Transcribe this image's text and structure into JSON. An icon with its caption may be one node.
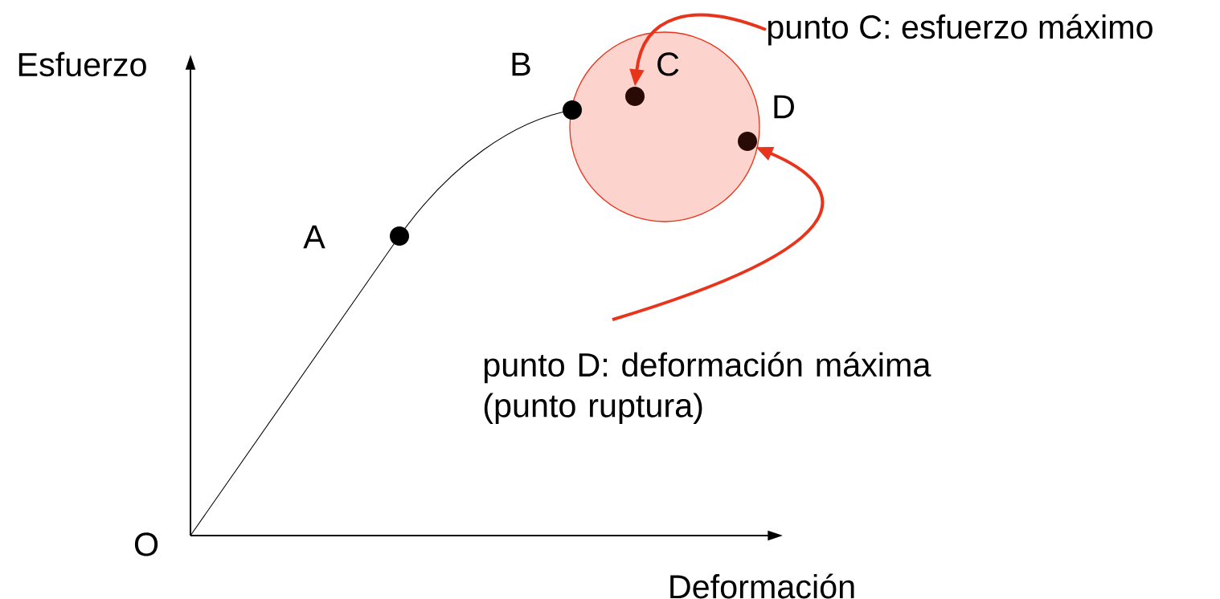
{
  "diagram": {
    "nodes": [
      {
        "text": [
          "punto C: esfuerzo máximo"
        ]
      },
      {
        "text": [
          "punto D: deformación máxima (punto ruptura)"
        ]
      },
      {
        "text": [],
        "shape": "circle"
      },
      {
        "text": [],
        "shape": "circle",
        "beside": [
          "C"
        ],
        "in": 2
      },
      {
        "text": [],
        "shape": "circle",
        "beside": [
          "B"
        ]
      },
      {
        "text": [],
        "shape": "circle",
        "beside": [
          "D"
        ],
        "in": 2
      },
      {
        "text": [],
        "shape": "circle",
        "beside": [
          "A"
        ]
      }
    ],
    "edges": [
      {
        "from": 0,
        "to": 3,
        "arrow": "to"
      },
      {
        "from": 1,
        "to": 5,
        "arrow": "to"
      }
    ],
    "labels": [
      "Esfuerzo",
      "O",
      "Deformación"
    ]
  }
}
